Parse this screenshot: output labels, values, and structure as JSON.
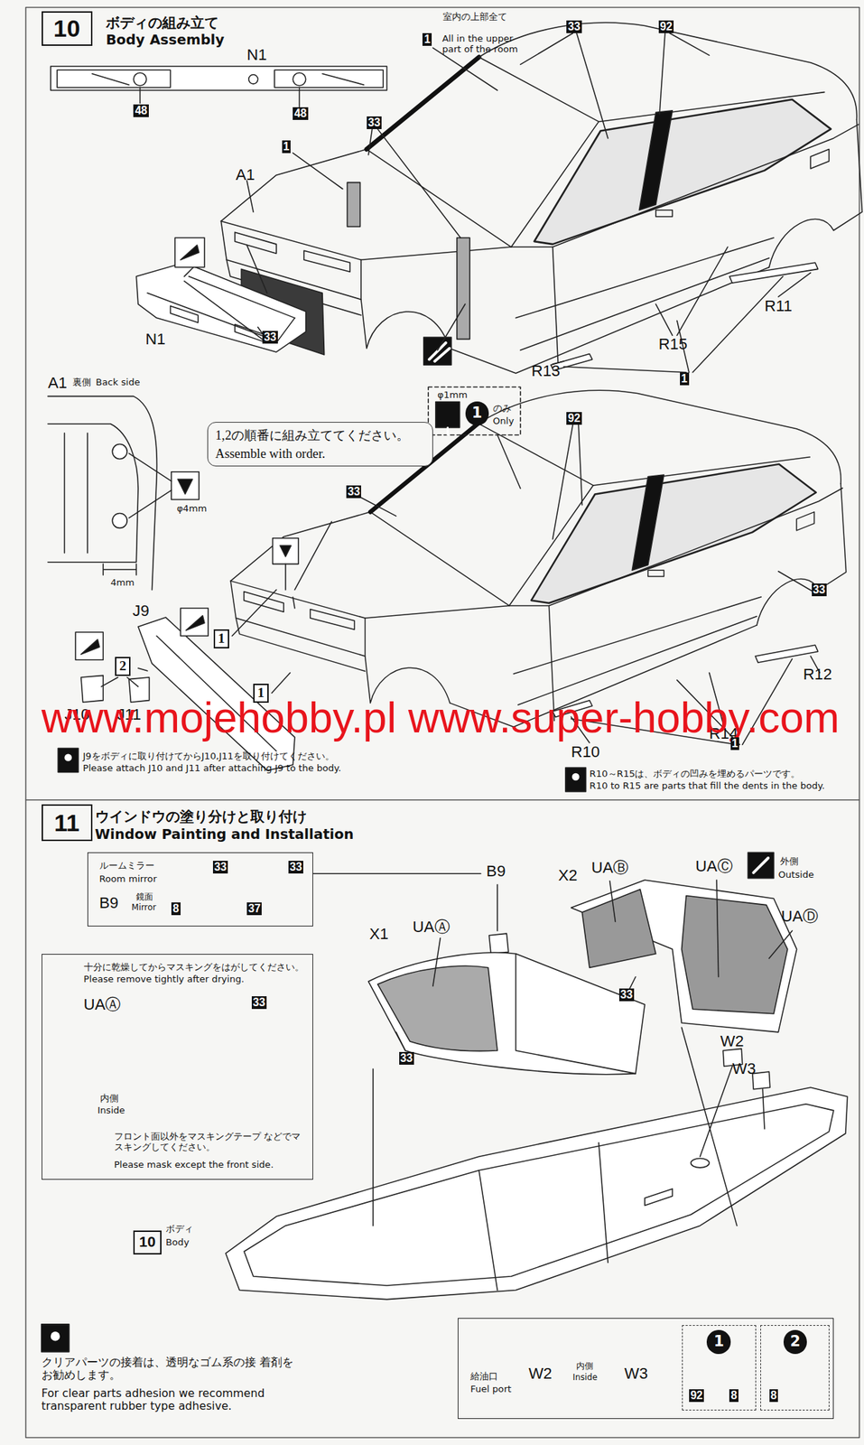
{
  "diagram": {
    "nodes": [
      {
        "text": [
          "10"
        ]
      },
      {
        "text": [
          "1,2の順番に組み立ててください。",
          "Assemble with order."
        ]
      },
      {
        "text": [
          "11"
        ]
      },
      {
        "text": [
          "ルームミラー",
          "Room mirror",
          "B9",
          "鏡面",
          "Mirror"
        ]
      },
      {
        "text": [
          "十分に乾燥してからマスキングをはがしてください。",
          "Please remove tightly after drying.",
          "UAⒶ",
          "内側",
          "Inside",
          "フロント面以外をマスキングテープ などでマスキングしてください。",
          "Please mask except the front side."
        ]
      },
      {
        "text": [
          "10"
        ]
      },
      {
        "text": [
          "給油口",
          "Fuel port",
          "W2",
          "内側",
          "Inside",
          "W3"
        ]
      },
      {
        "text": [
          "1"
        ],
        "in": 6
      },
      {
        "text": [
          "2"
        ],
        "in": 6
      }
    ],
    "labels": [
      "ボディの組み立て",
      "Body Assembly",
      "N1",
      "48",
      "48",
      "室内の上部全て",
      "1",
      "All in the upper part of the room",
      "33",
      "92",
      "1",
      "A1",
      "33",
      "N1",
      "33",
      "R11",
      "R15",
      "R13",
      "1",
      "A1",
      "裏側",
      "Back side",
      "φ4mm",
      "4mm",
      "φ1mm",
      "1",
      "のみ",
      "Only",
      "92",
      "33",
      "33",
      "J9",
      "1",
      "2",
      "1",
      "J10",
      "J11",
      "R12",
      "R14",
      "www.mojehobby.pl www.super-hobby.com",
      "R10",
      "1",
      "J9をボディに取り付けてからJ10,J11を取り付けてください。",
      "Please attach J10 and J11 after attaching J9 to the body.",
      "R10～R15は、ボディの凹みを埋めるパーツです。",
      "R10 to R15 are parts that fill the dents in the body.",
      "ウインドウの塗り分けと取り付け",
      "Window Painting and Installation",
      "33",
      "33",
      "B9",
      "8",
      "37",
      "X2",
      "UAⒷ",
      "UAⒸ",
      "外側",
      "Outside",
      "UAⒹ",
      "X1",
      "UAⒶ",
      "33",
      "33",
      "33",
      "W2",
      "W3",
      "ボディ",
      "Body",
      "クリアパーツの接着は、透明なゴム系の接 着剤をお勧めします。",
      "For clear parts adhesion we recommend transparent rubber type adhesive.",
      "92",
      "8",
      "8"
    ]
  }
}
